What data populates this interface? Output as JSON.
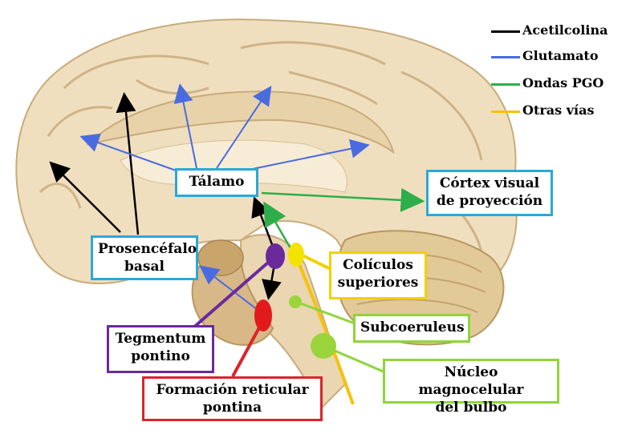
{
  "colors": {
    "acetylcholine": "#000000",
    "glutamate": "#4a6be0",
    "pgo": "#2eae4a",
    "other": "#f4c20d",
    "brain_fill": "#f0dfbf",
    "brain_shade": "#dcc39a",
    "thalamus_box": "#2aa9d6",
    "cortex_box": "#2aa9d6",
    "basal_box": "#2aa9d6",
    "colliculi_box": "#f0d200",
    "subcoeruleus_box": "#8fd43a",
    "magno_box": "#8fd43a",
    "tegmentum_box": "#6b2a9b",
    "reticular_box": "#d9262b"
  },
  "legend": {
    "acetylcholine": "Acetilcolina",
    "glutamate": "Glutamato",
    "pgo": "Ondas PGO",
    "other": "Otras vías"
  },
  "labels": {
    "thalamus": "Tálamo",
    "visual_cortex_1": "Córtex visual",
    "visual_cortex_2": "de proyección",
    "basal_forebrain_1": "Prosencéfalo",
    "basal_forebrain_2": "basal",
    "colliculi_1": "Colículos",
    "colliculi_2": "superiores",
    "subcoeruleus": "Subcoeruleus",
    "magnocellular_1": "Núcleo magnocelular",
    "magnocellular_2": "del bulbo",
    "tegmentum_1": "Tegmentum",
    "tegmentum_2": "pontino",
    "reticular_1": "Formación reticular",
    "reticular_2": "pontina"
  }
}
